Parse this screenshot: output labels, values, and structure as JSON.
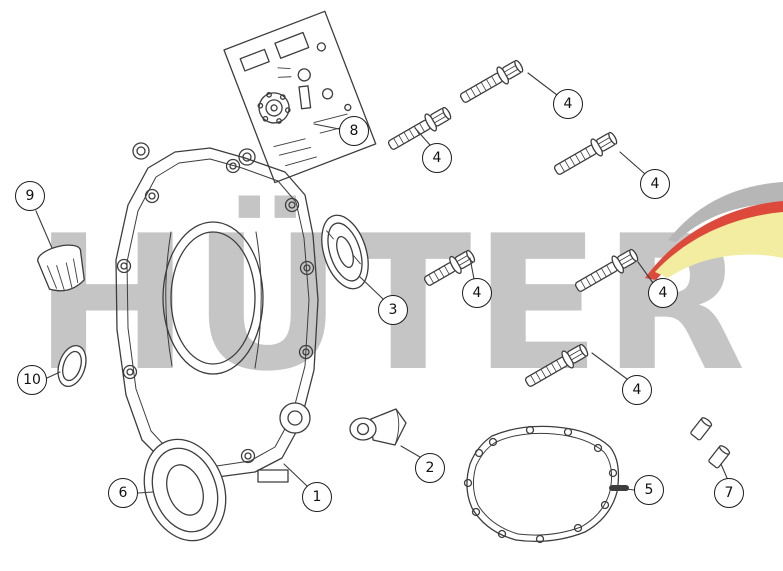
{
  "watermark": {
    "text": "HÜTER",
    "color": "#c5c5c5"
  },
  "logo": {
    "gray": "#b6b6b6",
    "red": "#dd4a3c",
    "yellow": "#f2eda0"
  },
  "line_color": "#3d3d3d",
  "callouts": [
    {
      "label": "8"
    },
    {
      "label": "4"
    },
    {
      "label": "4"
    },
    {
      "label": "4"
    },
    {
      "label": "4"
    },
    {
      "label": "4"
    },
    {
      "label": "4"
    },
    {
      "label": "9"
    },
    {
      "label": "10"
    },
    {
      "label": "3"
    },
    {
      "label": "6"
    },
    {
      "label": "1"
    },
    {
      "label": "2"
    },
    {
      "label": "5"
    },
    {
      "label": "7"
    }
  ]
}
